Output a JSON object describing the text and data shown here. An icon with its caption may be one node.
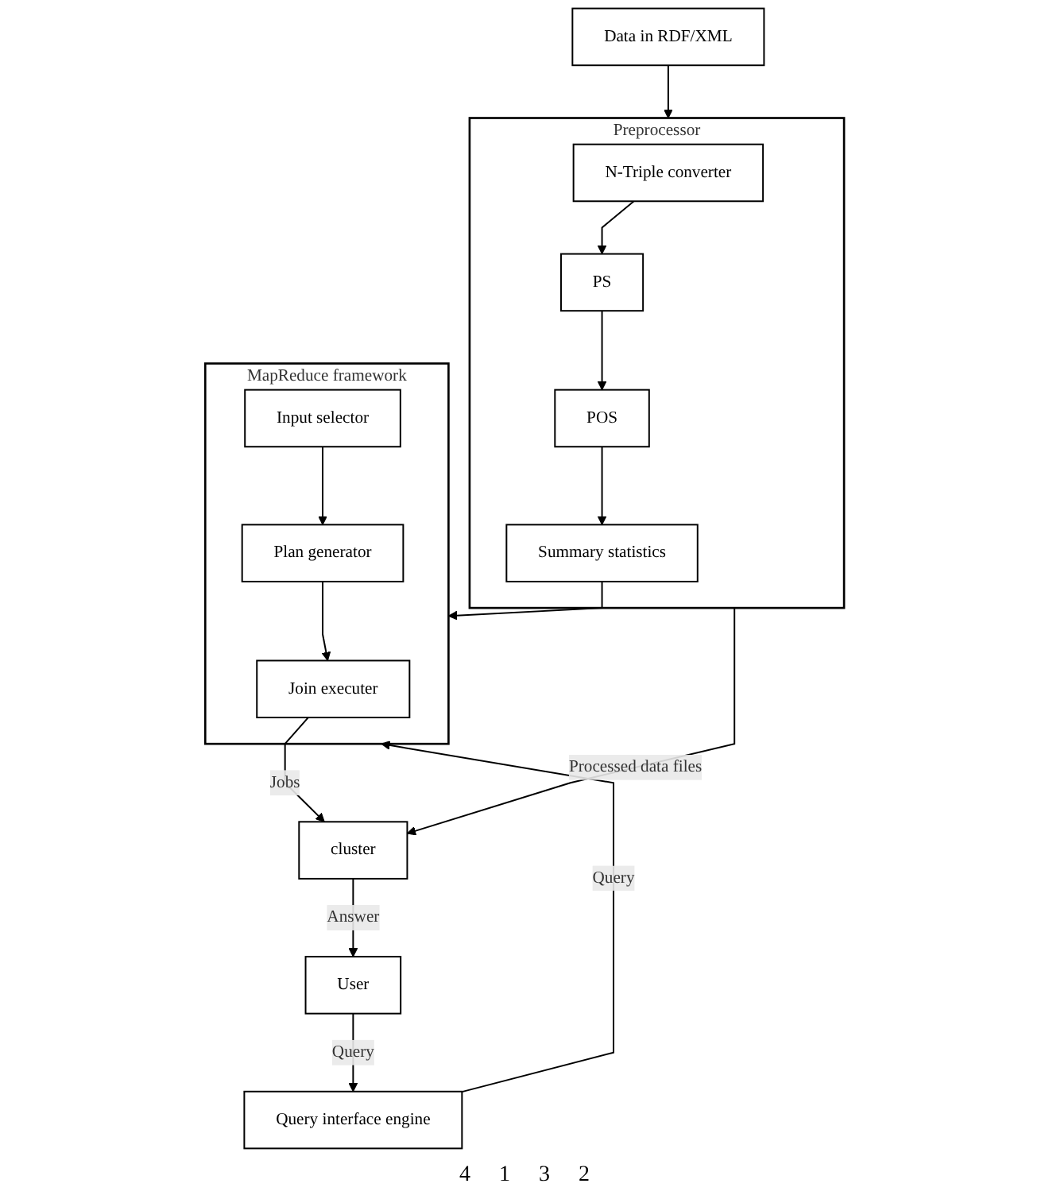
{
  "diagram": {
    "nodes": [
      {
        "text": [
          "Preprocessor"
        ]
      },
      {
        "text": [
          "N-Triple converter"
        ],
        "in": 0
      },
      {
        "text": [
          "PS"
        ],
        "in": 0
      },
      {
        "text": [
          "POS"
        ],
        "in": 0
      },
      {
        "text": [
          "Summary statistics"
        ],
        "in": 0
      },
      {
        "text": [
          "Data in RDF/XML"
        ]
      },
      {
        "text": [
          "cluster"
        ]
      },
      {
        "text": [
          "MapReduce framework"
        ]
      },
      {
        "text": [
          "Join executer"
        ],
        "in": 7
      },
      {
        "text": [
          "Plan generator"
        ],
        "in": 7
      },
      {
        "text": [
          "Input selector"
        ],
        "in": 7
      },
      {
        "text": [
          "User"
        ]
      },
      {
        "text": [
          "Query interface engine"
        ]
      }
    ],
    "edges": [
      {
        "from": 1,
        "to": 2,
        "arrow": "to"
      },
      {
        "from": 2,
        "to": 3,
        "arrow": "to"
      },
      {
        "from": 3,
        "to": 4,
        "arrow": "to"
      },
      {
        "from": 5,
        "to": 0,
        "arrow": "to"
      },
      {
        "from": 0,
        "to": 6,
        "arrow": "to",
        "label": "Processed data files"
      },
      {
        "from": 4,
        "to": 7,
        "arrow": "to"
      },
      {
        "from": 8,
        "to": 6,
        "arrow": "to",
        "label": "Jobs"
      },
      {
        "from": 6,
        "to": 11,
        "arrow": "to",
        "label": "Answer"
      },
      {
        "from": 11,
        "to": 12,
        "arrow": "to",
        "label": "Query"
      },
      {
        "from": 12,
        "to": 7,
        "arrow": "to",
        "label": "Query"
      },
      {
        "from": 10,
        "to": 9,
        "arrow": "to"
      },
      {
        "from": 9,
        "to": 8,
        "arrow": "to"
      }
    ],
    "labels": [
      "4",
      "1",
      "3",
      "2"
    ]
  }
}
